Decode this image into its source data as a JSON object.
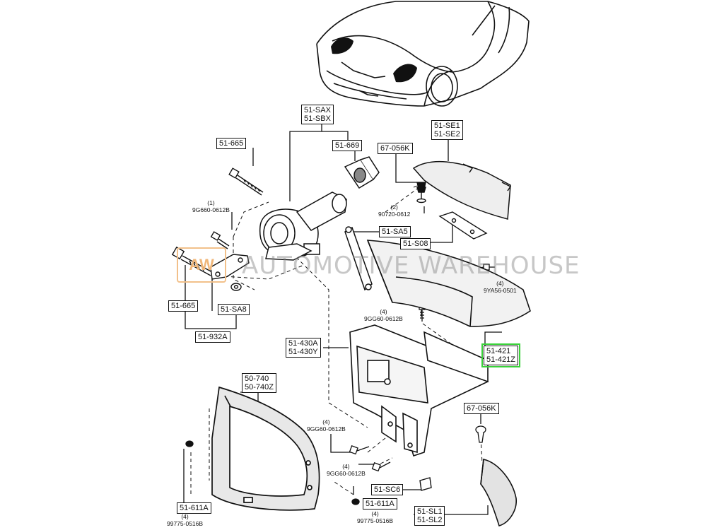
{
  "watermark": {
    "logo": "AW",
    "text": "AUTOMOTIVE WAREHOUSE"
  },
  "highlight_color": "#3ad23a",
  "labels": {
    "l_51_sax": [
      "51-SAX",
      "51-SBX"
    ],
    "l_51_665_top": [
      "51-665"
    ],
    "l_51_669": [
      "51-669"
    ],
    "l_67_056k_top": [
      "67-056K"
    ],
    "l_51_se": [
      "51-SE1",
      "51-SE2"
    ],
    "l_51_sa5": [
      "51-SA5"
    ],
    "l_51_s08": [
      "51-S08"
    ],
    "l_51_665_left": [
      "51-665"
    ],
    "l_51_sa8": [
      "51-SA8"
    ],
    "l_51_932a": [
      "51-932A"
    ],
    "l_51_430a": [
      "51-430A",
      "51-430Y"
    ],
    "l_51_421": [
      "51-421",
      "51-421Z"
    ],
    "l_67_056k_right": [
      "67-056K"
    ],
    "l_50_740": [
      "50-740",
      "50-740Z"
    ],
    "l_51_sc6": [
      "51-SC6"
    ],
    "l_51_611a_left": [
      "51-611A"
    ],
    "l_51_611a_mid": [
      "51-611A"
    ],
    "l_51_sl": [
      "51-SL1",
      "51-SL2"
    ]
  },
  "small_labels": {
    "s_9g660_top": [
      "(1)",
      "9G660-0612B"
    ],
    "s_90720": [
      "(2)",
      "90720-0612"
    ],
    "s_9ya56": [
      "(4)",
      "9YA56-0501"
    ],
    "s_9gg60_a": [
      "(4)",
      "9GG60-0612B"
    ],
    "s_9gg60_b": [
      "(4)",
      "9GG60-0612B"
    ],
    "s_9gg60_c": [
      "(4)",
      "9GG60-0612B"
    ],
    "s_99775_left": [
      "(4)",
      "99775-0516B"
    ],
    "s_99775_mid": [
      "(4)",
      "99775-0516B"
    ]
  }
}
